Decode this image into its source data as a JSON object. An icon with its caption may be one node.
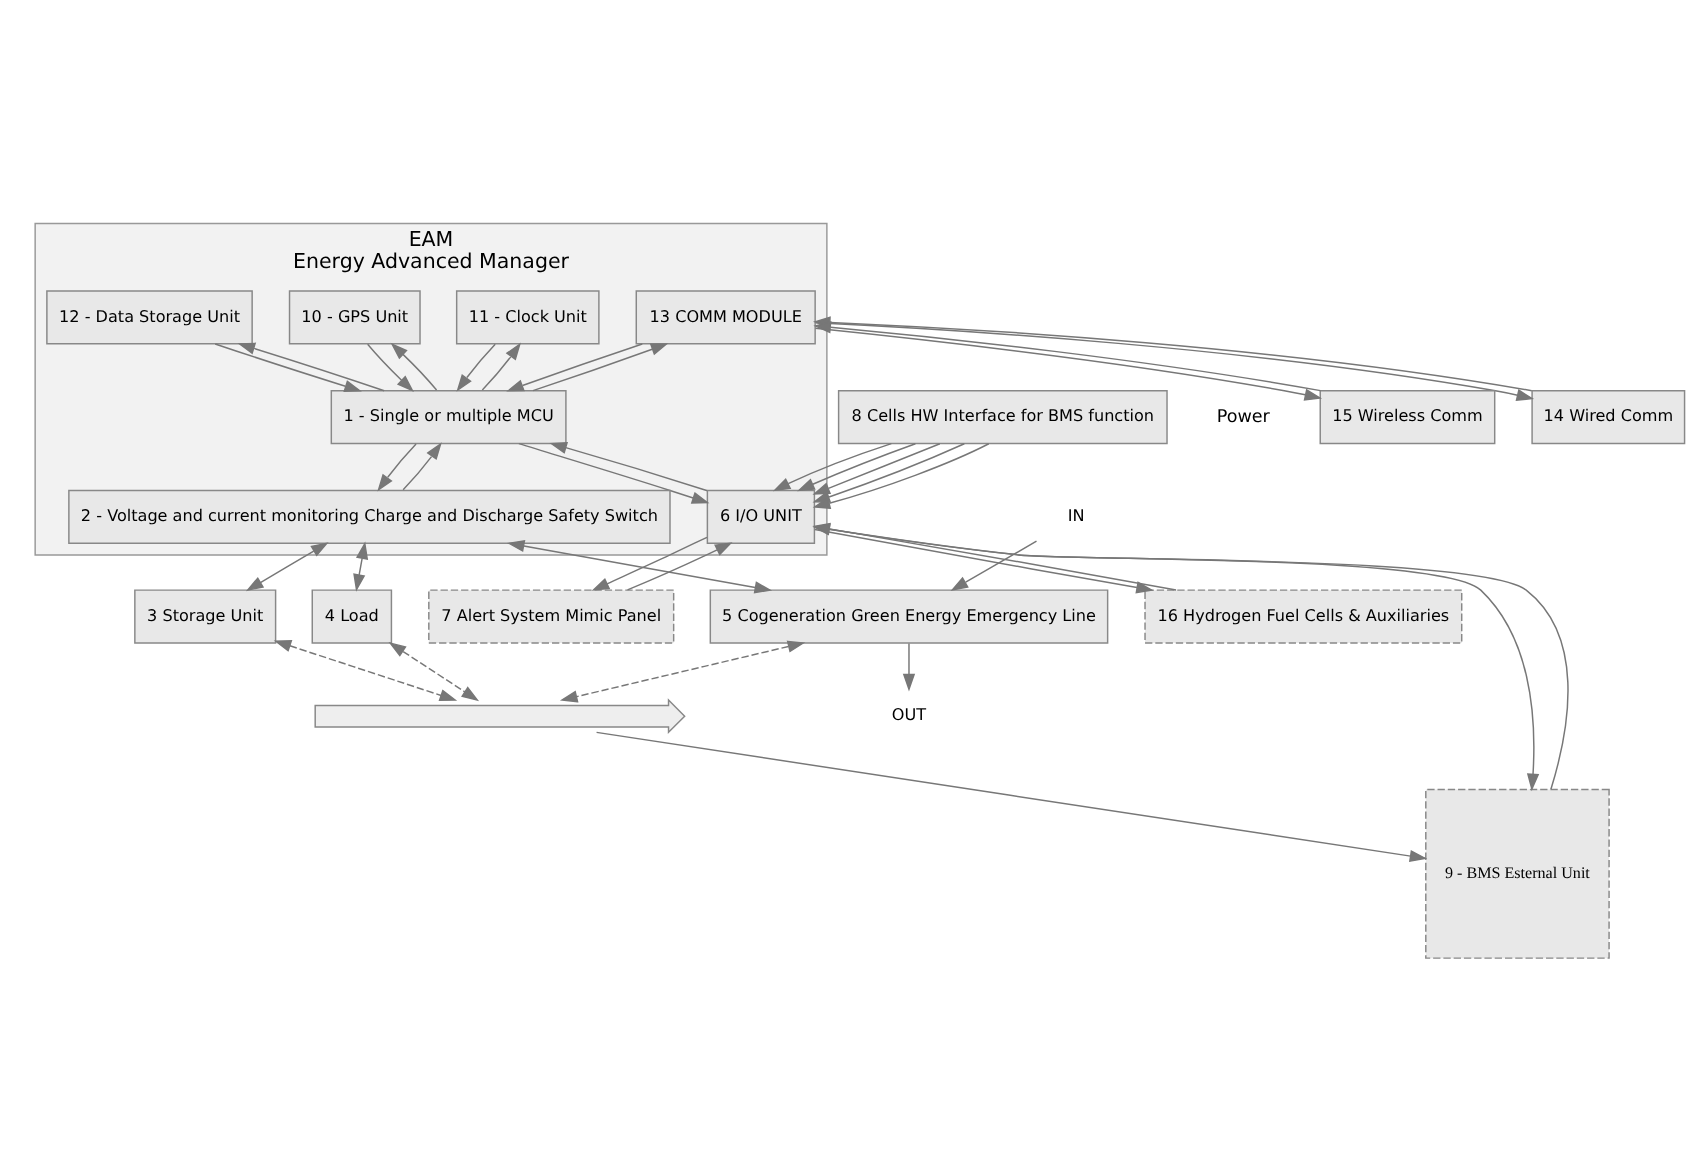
{
  "diagram": {
    "nodes": [
      {
        "text": [
          "EAM",
          "Energy Advanced Manager"
        ]
      },
      {
        "text": [
          "12 - Data Storage Unit"
        ],
        "in": 0
      },
      {
        "text": [
          "11 - Clock Unit"
        ],
        "in": 0
      },
      {
        "text": [
          "10 - GPS Unit"
        ],
        "in": 0
      },
      {
        "text": [
          "13 COMM MODULE"
        ],
        "in": 0
      },
      {
        "text": [
          "1 - Single or multiple MCU"
        ],
        "in": 0
      },
      {
        "text": [
          "6 I/O UNIT"
        ],
        "in": 0
      },
      {
        "text": [
          "2 - Voltage and current monitoring Charge and Discharge Safety Switch"
        ],
        "in": 0
      },
      {
        "text": [
          "7 Alert System Mimic Panel"
        ]
      },
      {
        "text": [
          "8 Cells HW Interface for BMS function"
        ]
      },
      {
        "text": [
          "14 Wired Comm"
        ]
      },
      {
        "text": [
          "15 Wireless Comm"
        ]
      },
      {
        "text": [
          "16 Hydrogen Fuel Cells & Auxiliaries"
        ]
      },
      {
        "text": [
          "9 - BMS Esternal Unit"
        ]
      },
      {
        "text": [
          "3 Storage Unit"
        ]
      },
      {
        "text": [
          "4 Load"
        ]
      },
      {
        "text": [
          "5 Cogeneration Green Energy Emergency Line"
        ]
      },
      {
        "text": [
          "IN"
        ]
      },
      {
        "text": [
          "OUT"
        ]
      },
      {
        "text": [],
        "shape": "bar"
      }
    ],
    "edges": [
      {
        "from": 10,
        "to": 4,
        "arrow": "to"
      },
      {
        "from": 4,
        "to": 10,
        "arrow": "to"
      },
      {
        "from": 11,
        "to": 4,
        "arrow": "to"
      },
      {
        "from": 4,
        "to": 11,
        "arrow": "to"
      },
      {
        "from": 4,
        "to": 5,
        "arrow": "to"
      },
      {
        "from": 5,
        "to": 4,
        "arrow": "to"
      },
      {
        "from": 1,
        "to": 5,
        "arrow": "to"
      },
      {
        "from": 5,
        "to": 1,
        "arrow": "to"
      },
      {
        "from": 2,
        "to": 5,
        "arrow": "to"
      },
      {
        "from": 5,
        "to": 2,
        "arrow": "to"
      },
      {
        "from": 3,
        "to": 5,
        "arrow": "to"
      },
      {
        "from": 5,
        "to": 3,
        "arrow": "to"
      },
      {
        "from": 5,
        "to": 6,
        "arrow": "to"
      },
      {
        "from": 6,
        "to": 5,
        "arrow": "to"
      },
      {
        "from": 5,
        "to": 7,
        "arrow": "to"
      },
      {
        "from": 7,
        "to": 5,
        "arrow": "to"
      },
      {
        "from": 6,
        "to": 8,
        "arrow": "to"
      },
      {
        "from": 8,
        "to": 6,
        "arrow": "to"
      },
      {
        "from": 9,
        "to": 6,
        "arrow": "to"
      },
      {
        "from": 9,
        "to": 6,
        "arrow": "to"
      },
      {
        "from": 9,
        "to": 6,
        "arrow": "to"
      },
      {
        "from": 9,
        "to": 6,
        "arrow": "to"
      },
      {
        "from": 9,
        "to": 6,
        "arrow": "to"
      },
      {
        "from": 6,
        "to": 12,
        "arrow": "to"
      },
      {
        "from": 12,
        "to": 6,
        "arrow": "to"
      },
      {
        "from": 6,
        "to": 13,
        "arrow": "to"
      },
      {
        "from": 13,
        "to": 6,
        "arrow": "to"
      },
      {
        "from": 7,
        "to": 14,
        "arrow": "both"
      },
      {
        "from": 7,
        "to": 15,
        "arrow": "both"
      },
      {
        "from": 7,
        "to": 16,
        "arrow": "both"
      },
      {
        "from": 17,
        "to": 16,
        "arrow": "to"
      },
      {
        "from": 16,
        "to": 18,
        "arrow": "to"
      },
      {
        "from": 14,
        "to": 19,
        "arrow": "both",
        "style": "dashed"
      },
      {
        "from": 15,
        "to": 19,
        "arrow": "both",
        "style": "dashed"
      },
      {
        "from": 16,
        "to": 19,
        "arrow": "both",
        "style": "dashed"
      },
      {
        "from": 19,
        "to": 13,
        "arrow": "to"
      }
    ],
    "labels": [
      "Power"
    ]
  }
}
